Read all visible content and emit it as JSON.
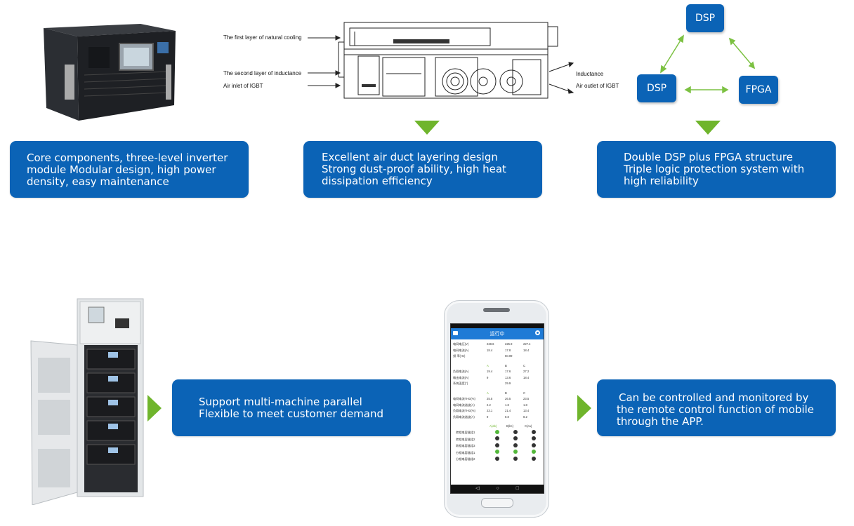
{
  "cards": {
    "core": [
      "Core components, three-level inverter",
      "module Modular design, high power",
      "density, easy maintenance"
    ],
    "airduct": [
      "Excellent air duct layering design",
      "Strong dust-proof ability, high heat",
      "dissipation efficiency"
    ],
    "dsp": [
      "Double DSP plus FPGA structure",
      "Triple logic protection system with",
      "high reliability"
    ],
    "parallel": [
      "Support multi-machine parallel",
      "Flexible to meet customer demand"
    ],
    "remote": [
      "Can be controlled and monitored by",
      "the remote control function of mobile",
      "through the APP."
    ]
  },
  "diagram_labels": {
    "first_layer": "The first layer of natural cooling",
    "second_layer": "The second layer of inductance",
    "air_inlet": "Air inlet of IGBT",
    "inductance": "Inductance",
    "air_outlet": "Air outlet of IGBT"
  },
  "logic_blocks": {
    "top": "DSP",
    "left": "DSP",
    "right": "FPGA"
  },
  "phone": {
    "title": "运行中",
    "rows1": [
      {
        "label": "电网电压(V)",
        "a": "228.6",
        "b": "225.9",
        "c": "227.4"
      },
      {
        "label": "电网电流(A)",
        "a": "18.4",
        "b": "17.8",
        "c": "18.4"
      },
      {
        "label": "频  率(Hz)",
        "a": "",
        "b": "50.09",
        "c": ""
      }
    ],
    "hdr": {
      "a": "A",
      "b": "B",
      "c": "C"
    },
    "rows2": [
      {
        "label": "负载电流(A)",
        "a": "19.4",
        "b": "17.6",
        "c": "27.2"
      },
      {
        "label": "输出电流(A)",
        "a": "9",
        "b": "13.6",
        "c": "18.4"
      },
      {
        "label": "系统温度(°)",
        "a": "",
        "b": "29.9",
        "c": ""
      }
    ],
    "rows3": [
      {
        "label": "电网电流THD(%)",
        "a": "25.5",
        "b": "26.5",
        "c": "23.5"
      },
      {
        "label": "电网电流谐波(A)",
        "a": "2.2",
        "b": "1.8",
        "c": "1.8"
      },
      {
        "label": "负载电流THD(%)",
        "a": "23.1",
        "b": "21.4",
        "c": "13.4"
      },
      {
        "label": "负载电流谐波(A)",
        "a": "9",
        "b": "8.8",
        "c": "8.2"
      }
    ],
    "hdr2": {
      "a": "A(ab)",
      "b": "B(bc)",
      "c": "C(ca)"
    },
    "rows4": [
      "跨相电容器组1",
      "跨相电容器组2",
      "跨相电容器组3",
      "分相电容器组1",
      "分相电容器组2"
    ]
  },
  "colors": {
    "card_blue": "#0b63b6",
    "arrow_green": "#6fb52c",
    "arrow_light_green": "#7cc142"
  }
}
